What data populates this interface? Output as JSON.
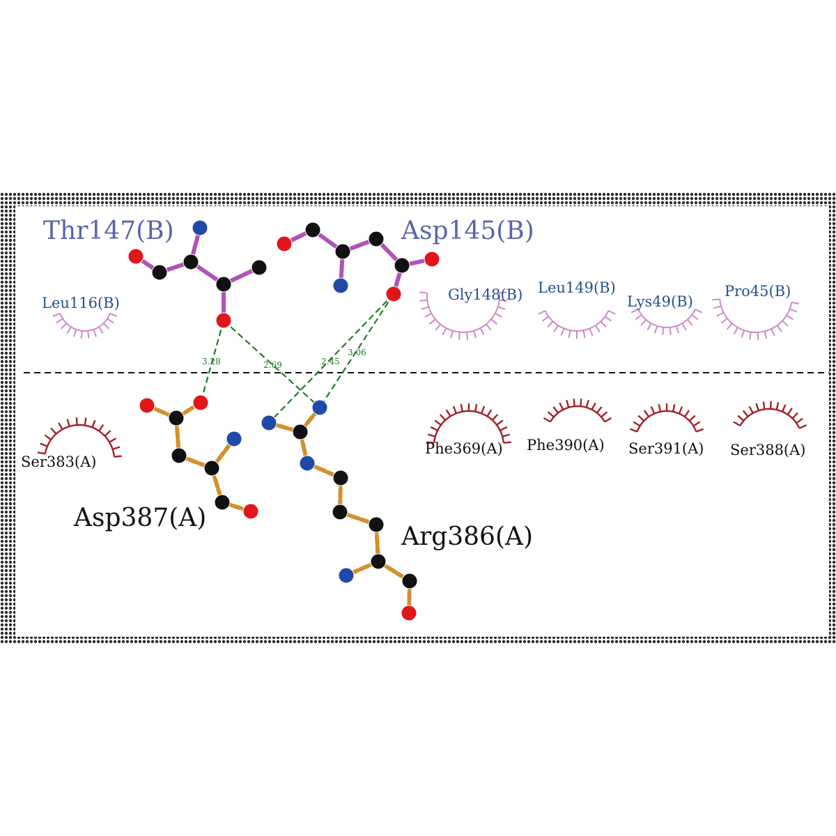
{
  "colors": {
    "chain_b_bond": "#b152b8",
    "chain_a_bond": "#d4902c",
    "chain_b_label_big": "#5b64a8",
    "chain_b_label_small": "#24508f",
    "chain_a_label": "#111111",
    "hbond": "#1e7a26",
    "arc_chain_b": "#c98cc7",
    "arc_chain_a": "#a3202c",
    "carbon": "#111111",
    "oxygen": "#e0161b",
    "nitrogen": "#1f4aa8",
    "frame": "#2b2b2b"
  },
  "residues": {
    "thr147": "Thr147(B)",
    "asp145": "Asp145(B)",
    "asp387": "Asp387(A)",
    "arg386": "Arg386(A)"
  },
  "hydrophobic": {
    "leu116": "Leu116(B)",
    "gly148": "Gly148(B)",
    "leu149": "Leu149(B)",
    "lys49": "Lys49(B)",
    "pro45": "Pro45(B)",
    "ser383": "Ser383(A)",
    "phe369": "Phe369(A)",
    "phe390": "Phe390(A)",
    "ser391": "Ser391(A)",
    "ser388": "Ser388(A)"
  },
  "hbonds": {
    "d1": "3.28",
    "d2": "2.69",
    "d3": "2.45",
    "d4": "3.06"
  }
}
